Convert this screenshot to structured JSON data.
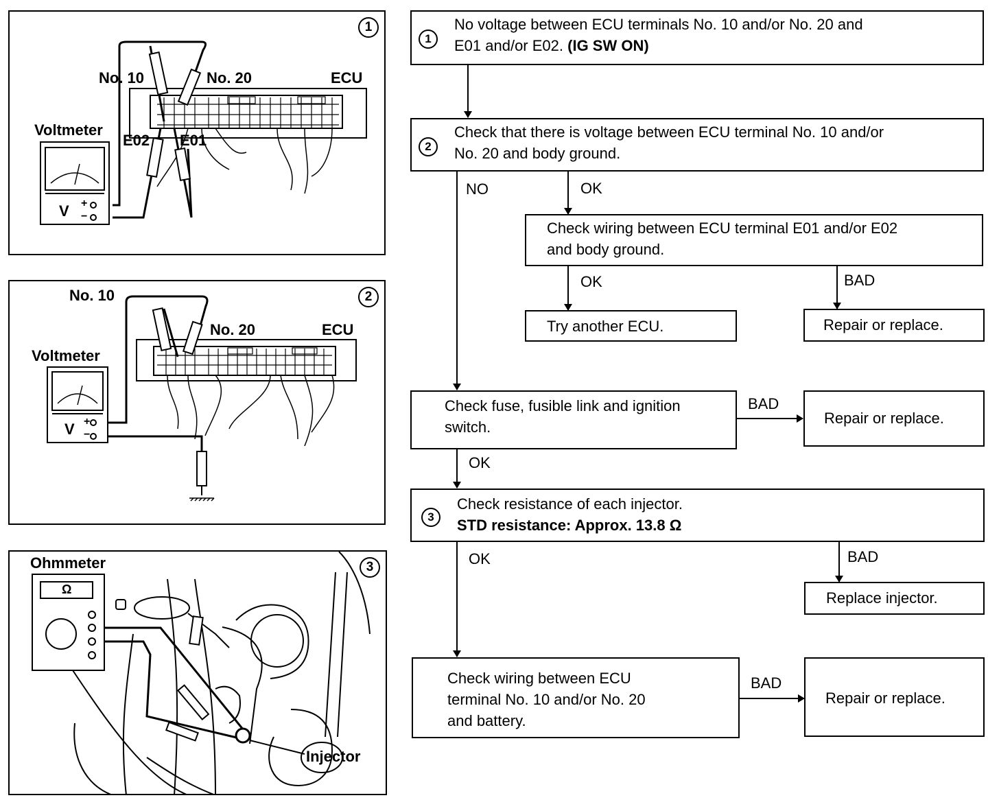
{
  "panels": {
    "p1": {
      "number": "1",
      "no10": "No. 10",
      "no20": "No. 20",
      "ecu": "ECU",
      "voltmeter": "Voltmeter",
      "e02": "E02",
      "e01": "E01",
      "v": "V",
      "plus": "+",
      "minus": "−"
    },
    "p2": {
      "number": "2",
      "no10": "No. 10",
      "no20": "No. 20",
      "ecu": "ECU",
      "voltmeter": "Voltmeter",
      "v": "V",
      "plus": "+",
      "minus": "−"
    },
    "p3": {
      "number": "3",
      "ohmmeter": "Ohmmeter",
      "omega": "Ω",
      "injector": "Injector"
    }
  },
  "flow": {
    "step1": {
      "number": "1",
      "line1": "No voltage between ECU terminals No. 10 and/or No. 20 and",
      "line2a": "E01 and/or E02. ",
      "line2b": "(IG SW ON)"
    },
    "step2": {
      "number": "2",
      "line1": "Check that there is voltage between ECU terminal No. 10 and/or",
      "line2": "No. 20 and body ground."
    },
    "ground_check": {
      "line1": "Check wiring between ECU terminal E01 and/or E02",
      "line2": "and body ground."
    },
    "try_ecu": "Try another ECU.",
    "repair1": "Repair or replace.",
    "fuse_check": {
      "line1": "Check fuse, fusible link and ignition",
      "line2": "switch."
    },
    "repair2": "Repair or replace.",
    "step3": {
      "number": "3",
      "line1": "Check resistance of each injector.",
      "line2": "STD resistance:  Approx. 13.8 Ω"
    },
    "replace_injector": "Replace injector.",
    "battery_check": {
      "line1": "Check wiring between ECU",
      "line2": "terminal No. 10 and/or No. 20",
      "line3": "and battery."
    },
    "repair3": "Repair or replace.",
    "labels": {
      "no": "NO",
      "ok1": "OK",
      "ok2": "OK",
      "bad1": "BAD",
      "bad2": "BAD",
      "ok3": "OK",
      "ok4": "OK",
      "bad3": "BAD",
      "bad4": "BAD"
    }
  }
}
